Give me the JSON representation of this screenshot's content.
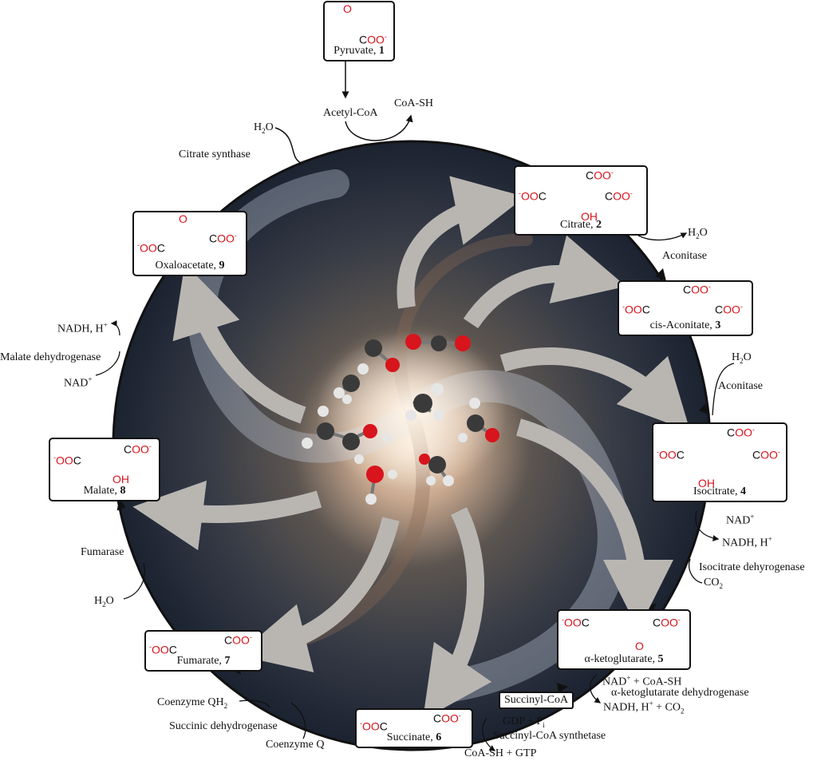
{
  "compounds": [
    {
      "name": "Pyruvate, ",
      "num": "1"
    },
    {
      "name": "Citrate, ",
      "num": "2"
    },
    {
      "name": "cis-Aconitate, ",
      "num": "3"
    },
    {
      "name": "Isocitrate, ",
      "num": "4"
    },
    {
      "name": "α-ketoglutarate, ",
      "num": "5"
    },
    {
      "name": "Succinate, ",
      "num": "6"
    },
    {
      "name": "Fumarate, ",
      "num": "7"
    },
    {
      "name": "Malate, ",
      "num": "8"
    },
    {
      "name": "Oxaloacetate, ",
      "num": "9"
    }
  ],
  "groups": {
    "coo": "COO",
    "ooc": "OOC",
    "minus": "-",
    "o": "O",
    "oh": "OH"
  },
  "labels": {
    "acetyl_coa": "Acetyl-CoA",
    "coa_sh": "CoA-SH",
    "h2o_base": "H",
    "h2o_sub": "2",
    "h2o_tail": "O",
    "citrate_synthase": "Citrate synthase",
    "aconitase": "Aconitase",
    "nad": "NAD",
    "plus": "+",
    "nadh_h": "NADH, H",
    "isocitrate_dh": "Isocitrate dehyrogenase",
    "co": "CO",
    "co2_sub": "2",
    "nad_coa": " + CoA-SH",
    "akg_dh": "α-ketoglutarate dehydrogenase",
    "nadh_co2": " + CO",
    "succinyl_coa": "Succinyl-CoA",
    "gdp_pi": "GDP + P",
    "pi_sub": "i",
    "succinyl_synthetase": "Succinyl-CoA synthetase",
    "coa_gtp": "CoA-SH + GTP",
    "coenzyme_qh2": "Coenzyme QH",
    "qh2_sub": "2",
    "succinic_dh": "Succinic dehydrogenase",
    "coenzyme_q": "Coenzyme Q",
    "fumarase": "Fumarase",
    "malate_dh": "Malate dehydrogenase"
  },
  "colors": {
    "ring": "#111111",
    "oxygen": "#d8141c",
    "swirl_arrow": "#b9b6b2",
    "galaxy_core": "#f4dcc4",
    "galaxy_edge": "#1b2230"
  }
}
